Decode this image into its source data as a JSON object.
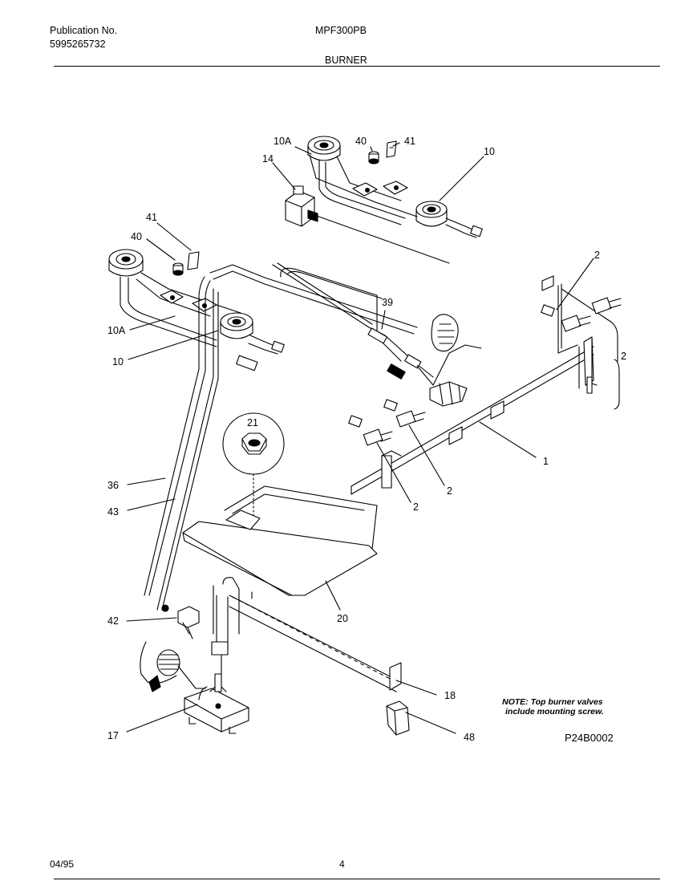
{
  "header": {
    "publication_label": "Publication No.",
    "publication_number": "5995265732",
    "model": "MPF300PB",
    "section": "BURNER"
  },
  "callouts": {
    "c10A_top": "10A",
    "c40_top": "40",
    "c41_top": "41",
    "c10_top": "10",
    "c14": "14",
    "c41_left": "41",
    "c40_left": "40",
    "c2_right_upper": "2",
    "c39": "39",
    "c10A_left": "10A",
    "c10_left": "10",
    "c2_right_side": "2",
    "c21": "21",
    "c1": "1",
    "c36": "36",
    "c43": "43",
    "c2_mid_a": "2",
    "c2_mid_b": "2",
    "c42": "42",
    "c20": "20",
    "c18": "18",
    "c17": "17",
    "c48": "48"
  },
  "note": {
    "line1": "NOTE: Top burner valves",
    "line2": "include mounting screw."
  },
  "drawing_id": "P24B0002",
  "footer": {
    "date": "04/95",
    "page": "4"
  }
}
